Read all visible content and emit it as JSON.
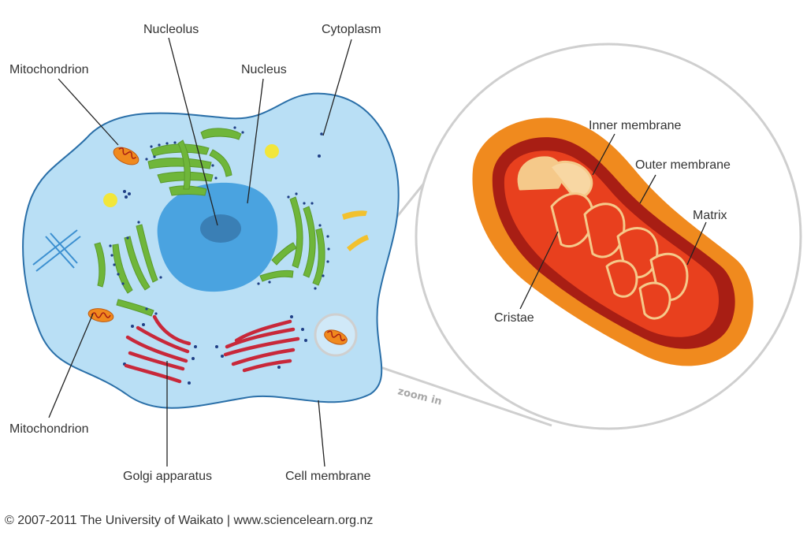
{
  "labels": {
    "nucleolus": "Nucleolus",
    "cytoplasm": "Cytoplasm",
    "nucleus": "Nucleus",
    "mitochondrion_top": "Mitochondrion",
    "mitochondrion_bottom": "Mitochondrion",
    "golgi": "Golgi apparatus",
    "cell_membrane": "Cell membrane",
    "inner_membrane": "Inner membrane",
    "outer_membrane": "Outer membrane",
    "matrix": "Matrix",
    "cristae": "Cristae",
    "zoom_in": "zoom in"
  },
  "footer": {
    "copyright": "© 2007-2011 The University of Waikato | www.sciencelearn.org.nz"
  },
  "colors": {
    "cytoplasm": "#b9dff5",
    "cell_membrane": "#2a6fa8",
    "nucleus": "#4aa3e0",
    "nucleolus": "#3a7fb5",
    "er": "#6fb63a",
    "golgi": "#c8283a",
    "mitochondrion_outer": "#f08a1e",
    "mitochondrion_inner": "#a81e14",
    "matrix": "#e8401e",
    "cristae": "#f5c98a",
    "zoom_circle": "#cfcfcf"
  }
}
